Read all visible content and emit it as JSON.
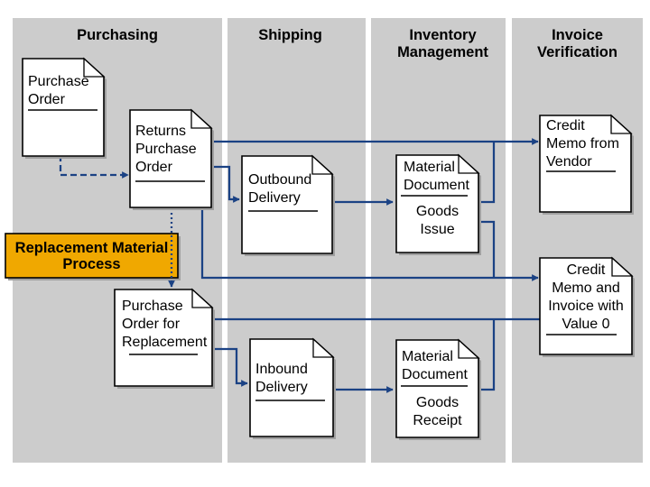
{
  "lanes": [
    {
      "label": "Purchasing"
    },
    {
      "label": "Shipping"
    },
    {
      "label": "Inventory\nManagement"
    },
    {
      "label": "Invoice\nVerification"
    }
  ],
  "documents": [
    {
      "id": "purchase-order",
      "title": "Purchase\nOrder"
    },
    {
      "id": "returns-purchase-order",
      "title": "Returns\nPurchase\nOrder"
    },
    {
      "id": "outbound-delivery",
      "title": "Outbound\nDelivery"
    },
    {
      "id": "material-document-goods-issue",
      "title": "Material\nDocument",
      "subtitle": "Goods\nIssue"
    },
    {
      "id": "credit-memo-from-vendor",
      "title": "Credit\nMemo from\nVendor"
    },
    {
      "id": "credit-memo-and-invoice",
      "title": "Credit\nMemo and\nInvoice with\nValue 0"
    },
    {
      "id": "purchase-order-for-replacement",
      "title": "Purchase\nOrder for\nReplacement"
    },
    {
      "id": "inbound-delivery",
      "title": "Inbound\nDelivery"
    },
    {
      "id": "material-document-goods-receipt",
      "title": "Material\nDocument",
      "subtitle": "Goods\nReceipt"
    }
  ],
  "process_box": {
    "label": "Replacement Material\nProcess"
  },
  "colors": {
    "lane": "#cccccc",
    "accent_orange": "#F0A800",
    "connector_blue": "#1B4284",
    "shadow": "#A0A0A0"
  }
}
